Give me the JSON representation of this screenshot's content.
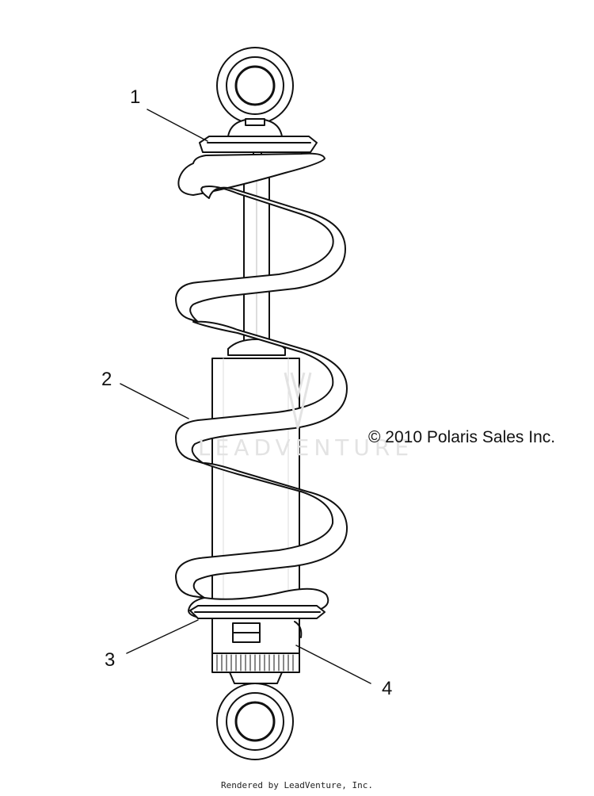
{
  "diagram": {
    "callouts": [
      {
        "id": "1",
        "label": "1"
      },
      {
        "id": "2",
        "label": "2"
      },
      {
        "id": "3",
        "label": "3"
      },
      {
        "id": "4",
        "label": "4"
      }
    ],
    "copyright": "© 2010 Polaris Sales Inc.",
    "watermark": "LEADVENTURE"
  },
  "footer": {
    "text": "Rendered by LeadVenture, Inc."
  },
  "colors": {
    "line": "#111111",
    "background": "#ffffff",
    "watermark": "#e3e3e3"
  }
}
